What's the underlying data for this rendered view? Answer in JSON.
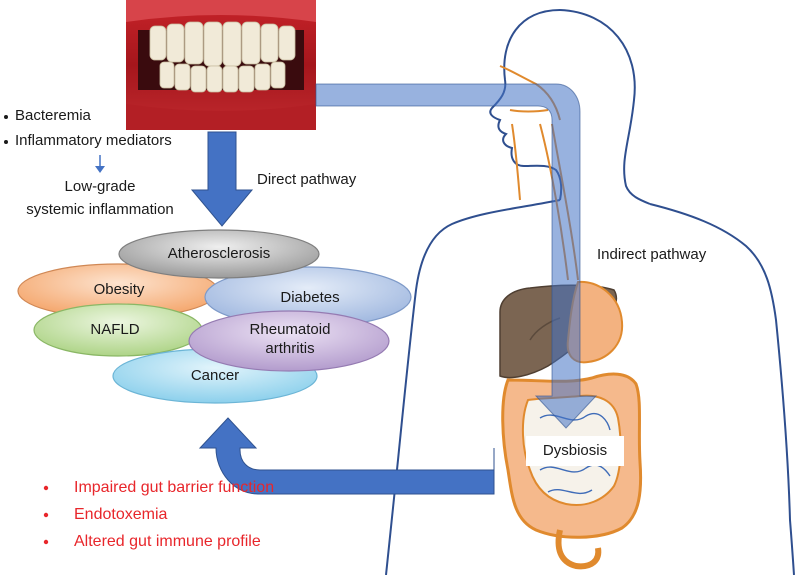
{
  "left_list": {
    "items": [
      "Bacteremia",
      "Inflammatory mediators"
    ],
    "result_line1": "Low-grade",
    "result_line2": "systemic inflammation"
  },
  "pathways": {
    "direct": "Direct pathway",
    "indirect": "Indirect pathway"
  },
  "diseases": {
    "atherosclerosis": "Atherosclerosis",
    "obesity": "Obesity",
    "diabetes": "Diabetes",
    "nafld": "NAFLD",
    "rheumatoid_line1": "Rheumatoid",
    "rheumatoid_line2": "arthritis",
    "cancer": "Cancer"
  },
  "gut": {
    "dysbiosis": "Dysbiosis",
    "effects": [
      "Impaired gut barrier function",
      "Endotoxemia",
      "Altered gut immune profile"
    ]
  },
  "colors": {
    "arrow_blue": "#4472c4",
    "effects_red": "#e8262b",
    "body_outline": "#2f4f8f",
    "organ_orange": "#e08a2e",
    "atherosclerosis": "#bfbfbf",
    "obesity": "#f6b686",
    "diabetes": "#b4c7e7",
    "nafld": "#c5e0a5",
    "rheumatoid": "#c9b4dc",
    "cancer": "#a7d8ee"
  }
}
